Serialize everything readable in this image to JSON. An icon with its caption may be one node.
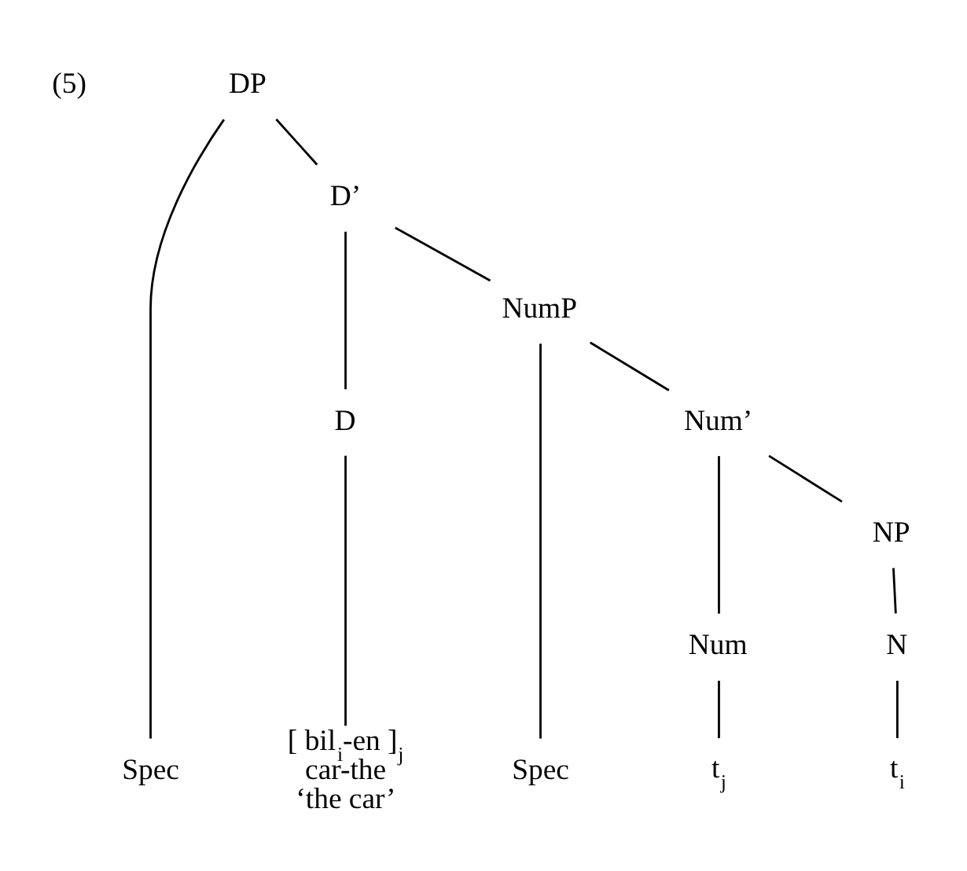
{
  "diagram": {
    "nodes": [
      {
        "text": [
          "DP"
        ]
      },
      {
        "text": [
          "Spec"
        ]
      },
      {
        "text": [
          "D’"
        ]
      },
      {
        "text": [
          "D"
        ]
      },
      {
        "text": [
          "NumP"
        ]
      },
      {
        "text": [
          "Spec"
        ]
      },
      {
        "text": [
          "Num’"
        ]
      },
      {
        "text": [
          "Num"
        ]
      },
      {
        "text": [
          "NP"
        ]
      },
      {
        "text": [
          "N"
        ]
      },
      {
        "text": [
          "[ bil$_{i}$-en ]$_{j}$",
          "car-the",
          "‘the car’"
        ]
      },
      {
        "text": [
          "t$_{j}$"
        ]
      },
      {
        "text": [
          "t$_{i}$"
        ]
      }
    ],
    "edges": [
      {
        "from": 0,
        "to": 1,
        "arrow": "none"
      },
      {
        "from": 0,
        "to": 2,
        "arrow": "none"
      },
      {
        "from": 2,
        "to": 3,
        "arrow": "none"
      },
      {
        "from": 2,
        "to": 4,
        "arrow": "none"
      },
      {
        "from": 4,
        "to": 5,
        "arrow": "none"
      },
      {
        "from": 4,
        "to": 6,
        "arrow": "none"
      },
      {
        "from": 6,
        "to": 7,
        "arrow": "none"
      },
      {
        "from": 6,
        "to": 8,
        "arrow": "none"
      },
      {
        "from": 8,
        "to": 9,
        "arrow": "none"
      },
      {
        "from": 3,
        "to": 10,
        "arrow": "none"
      },
      {
        "from": 7,
        "to": 11,
        "arrow": "none"
      },
      {
        "from": 9,
        "to": 12,
        "arrow": "none"
      }
    ],
    "labels": [
      "(5)"
    ]
  }
}
